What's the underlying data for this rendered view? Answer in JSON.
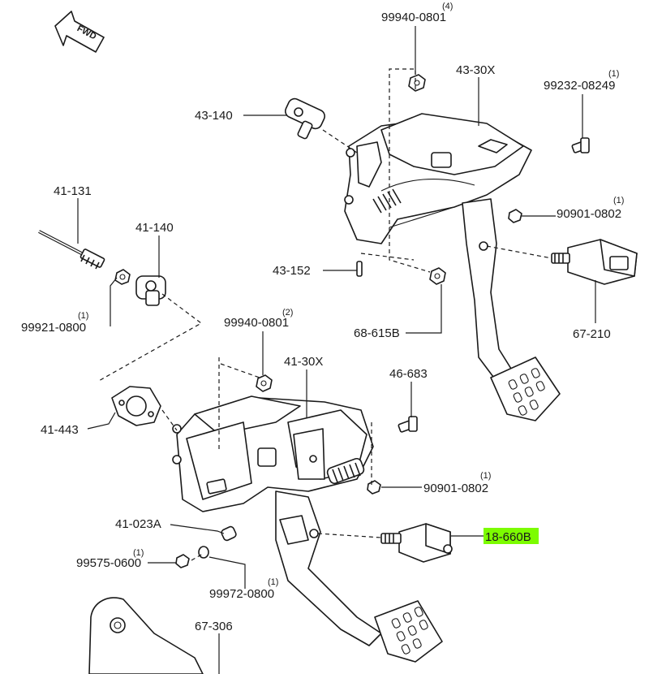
{
  "direction_arrow": {
    "text": "FWD"
  },
  "highlight_color": "#7CFC00",
  "labels": {
    "p_99940_0801_top": {
      "part": "99940-0801",
      "qty": "(4)"
    },
    "p_43_30X": {
      "part": "43-30X"
    },
    "p_99232_08249": {
      "part": "99232-08249",
      "qty": "(1)"
    },
    "p_43_140": {
      "part": "43-140"
    },
    "p_90901_0802_top": {
      "part": "90901-0802",
      "qty": "(1)"
    },
    "p_41_131": {
      "part": "41-131"
    },
    "p_41_140": {
      "part": "41-140"
    },
    "p_43_152": {
      "part": "43-152"
    },
    "p_68_615B": {
      "part": "68-615B"
    },
    "p_67_210": {
      "part": "67-210"
    },
    "p_99921_0800": {
      "part": "99921-0800",
      "qty": "(1)"
    },
    "p_99940_0801_mid": {
      "part": "99940-0801",
      "qty": "(2)"
    },
    "p_41_30X": {
      "part": "41-30X"
    },
    "p_46_683": {
      "part": "46-683"
    },
    "p_41_443": {
      "part": "41-443"
    },
    "p_90901_0802_bot": {
      "part": "90901-0802",
      "qty": "(1)"
    },
    "p_41_023A": {
      "part": "41-023A"
    },
    "p_18_660B": {
      "part": "18-660B"
    },
    "p_99575_0600": {
      "part": "99575-0600",
      "qty": "(1)"
    },
    "p_99972_0800": {
      "part": "99972-0800",
      "qty": "(1)"
    },
    "p_67_306": {
      "part": "67-306"
    }
  }
}
